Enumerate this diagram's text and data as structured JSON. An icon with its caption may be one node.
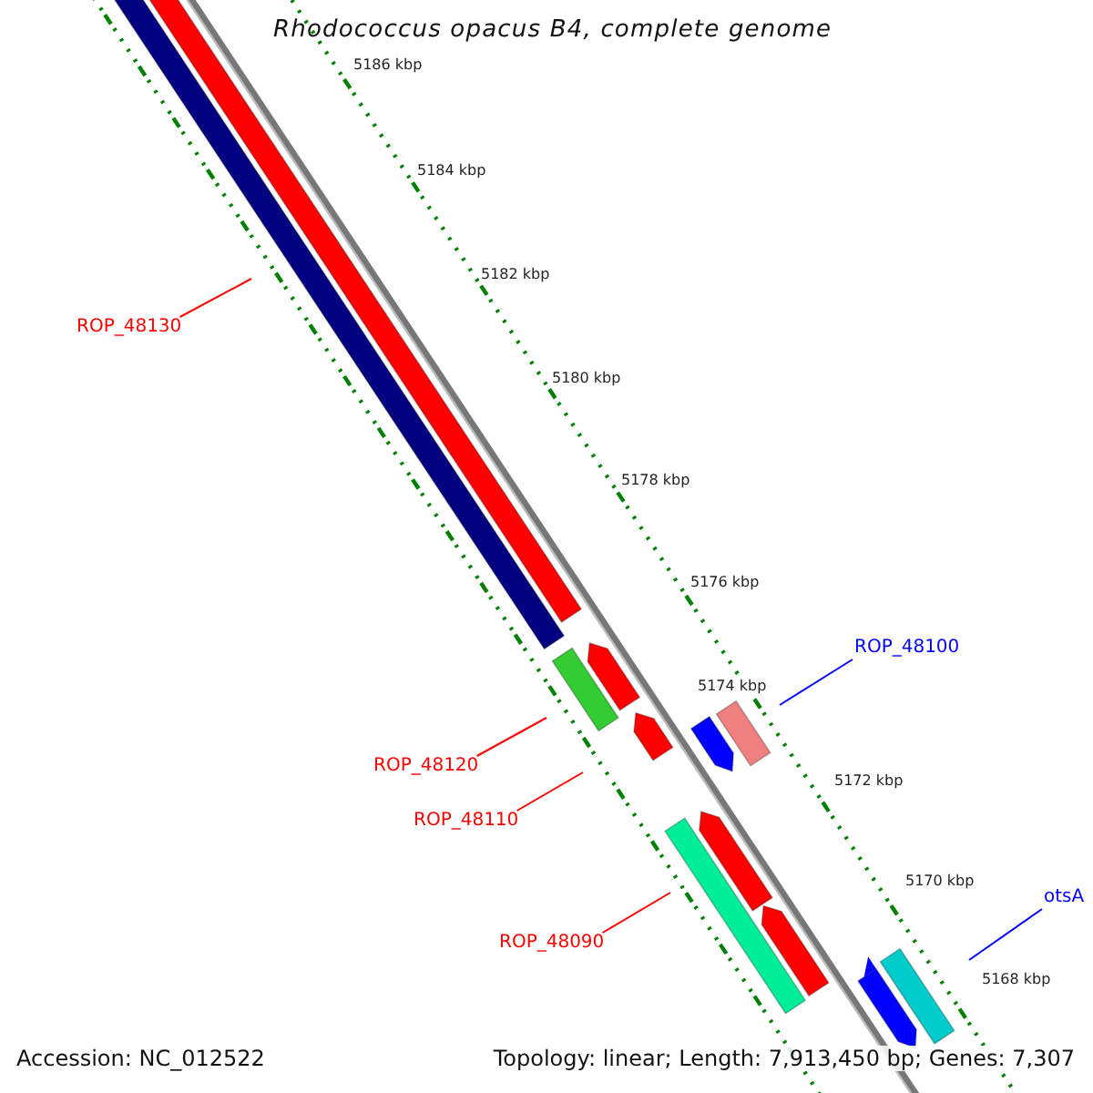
{
  "diagram": {
    "title": "Rhodococcus opacus B4, complete genome",
    "nodes": [
      {
        "text": [
          "ROP_48130"
        ]
      },
      {
        "text": [
          "ROP_48100"
        ]
      },
      {
        "text": [
          "ROP_48120"
        ]
      },
      {
        "text": [
          "ROP_48110"
        ]
      },
      {
        "text": [
          "ROP_48090"
        ]
      },
      {
        "text": [
          "otsA"
        ]
      }
    ],
    "edges": [
      {
        "from": 0,
        "to": null,
        "arrow": "none"
      },
      {
        "from": 1,
        "to": null,
        "arrow": "none",
        "color": "#0000ff"
      },
      {
        "from": 2,
        "to": null,
        "arrow": "none"
      },
      {
        "from": 3,
        "to": null,
        "arrow": "none"
      },
      {
        "from": 4,
        "to": null,
        "arrow": "none"
      },
      {
        "from": 5,
        "to": null,
        "arrow": "none",
        "color": "#0000ff"
      }
    ],
    "labels": [
      "5186 kbp",
      "5184 kbp",
      "5182 kbp",
      "5180 kbp",
      "5178 kbp",
      "5176 kbp",
      "5174 kbp",
      "5172 kbp",
      "5170 kbp",
      "5168 kbp",
      "Accession: NC_012522",
      "Topology: linear; Length: 7,913,450 bp; Genes: 7,307"
    ]
  }
}
